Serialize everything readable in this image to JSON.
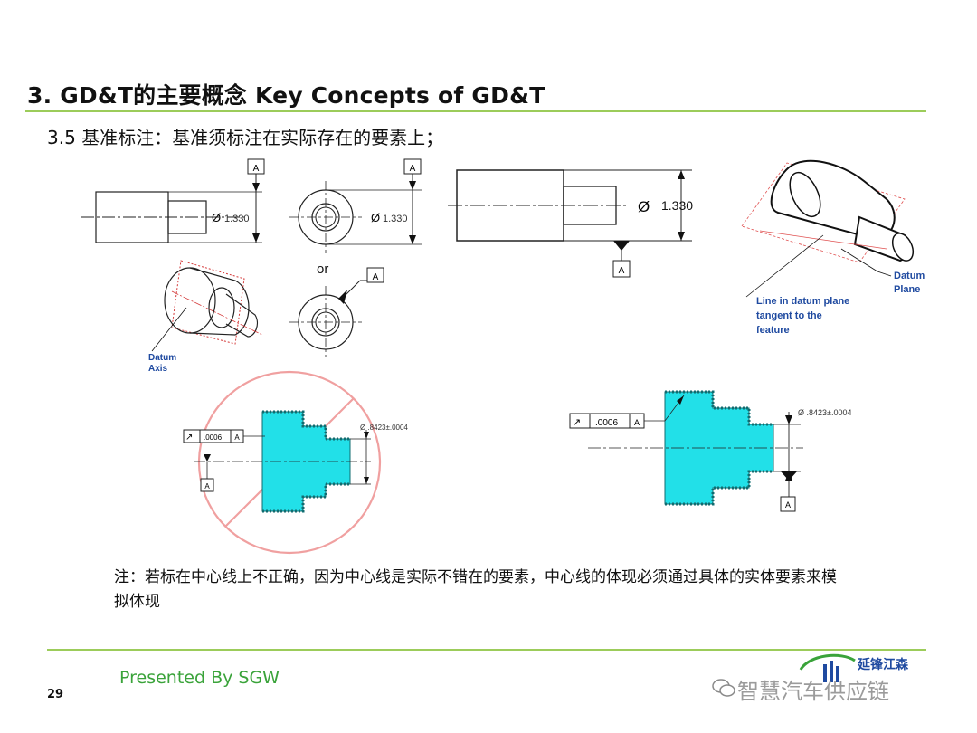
{
  "slide": {
    "title": "3. GD&T的主要概念  Key Concepts of GD&T",
    "subtitle": "3.5 基准标注：基准须标注在实际存在的要素上；",
    "note": "注：若标在中心线上不正确，因为中心线是实际不错在的要素，中心线的体现必须通过具体的实体要素来模拟体现",
    "presented_by": "Presented By SGW",
    "page_number": "29",
    "watermark": "智慧汽车供应链",
    "logo_text": "延锋江森"
  },
  "figures": {
    "datum_letter": "A",
    "dim_small": "1.330",
    "dim_large": "1.330",
    "diameter_symbol": "Ø",
    "or_label": "or",
    "datum_axis_label_1": "Datum",
    "datum_axis_label_2": "Axis",
    "datum_plane_label_1": "Datum",
    "datum_plane_label_2": "Plane",
    "line_label_1": "Line in datum plane",
    "line_label_2": "tangent to the",
    "line_label_3": "feature",
    "tolerance_value": ".0006",
    "shaft_dim": "Ø .8423±.0004"
  },
  "colors": {
    "accent_line": "#9ccc5a",
    "presented_text": "#3aa33a",
    "part_fill": "#22e0e8",
    "prohibit_circle": "#f0a0a0",
    "datum_plane_lines": "#e05050"
  }
}
